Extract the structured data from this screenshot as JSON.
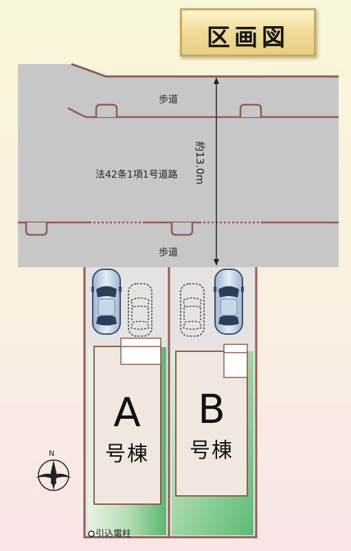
{
  "title": "区画図",
  "road": {
    "sidewalk_top": "歩道",
    "sidewalk_bottom": "歩道",
    "road_label": "法42条1項1号道路",
    "width_label": "約13.0m"
  },
  "lots": [
    {
      "letter": "A",
      "label": "号棟"
    },
    {
      "letter": "B",
      "label": "号棟"
    }
  ],
  "utility_pole_label": "引込電柱",
  "compass_label": "N",
  "colors": {
    "road": "#c7c7c8",
    "road_edge": "#8e5c52",
    "lot_ground": "#e6e2e2",
    "lot_border": "#8e5c52",
    "building": "#f0e8de",
    "garden": "#68bf7c",
    "title_plate": "#ecd48e"
  },
  "icons": [
    "compass-icon",
    "car-icon",
    "car-outline-icon",
    "utility-pole-icon"
  ]
}
